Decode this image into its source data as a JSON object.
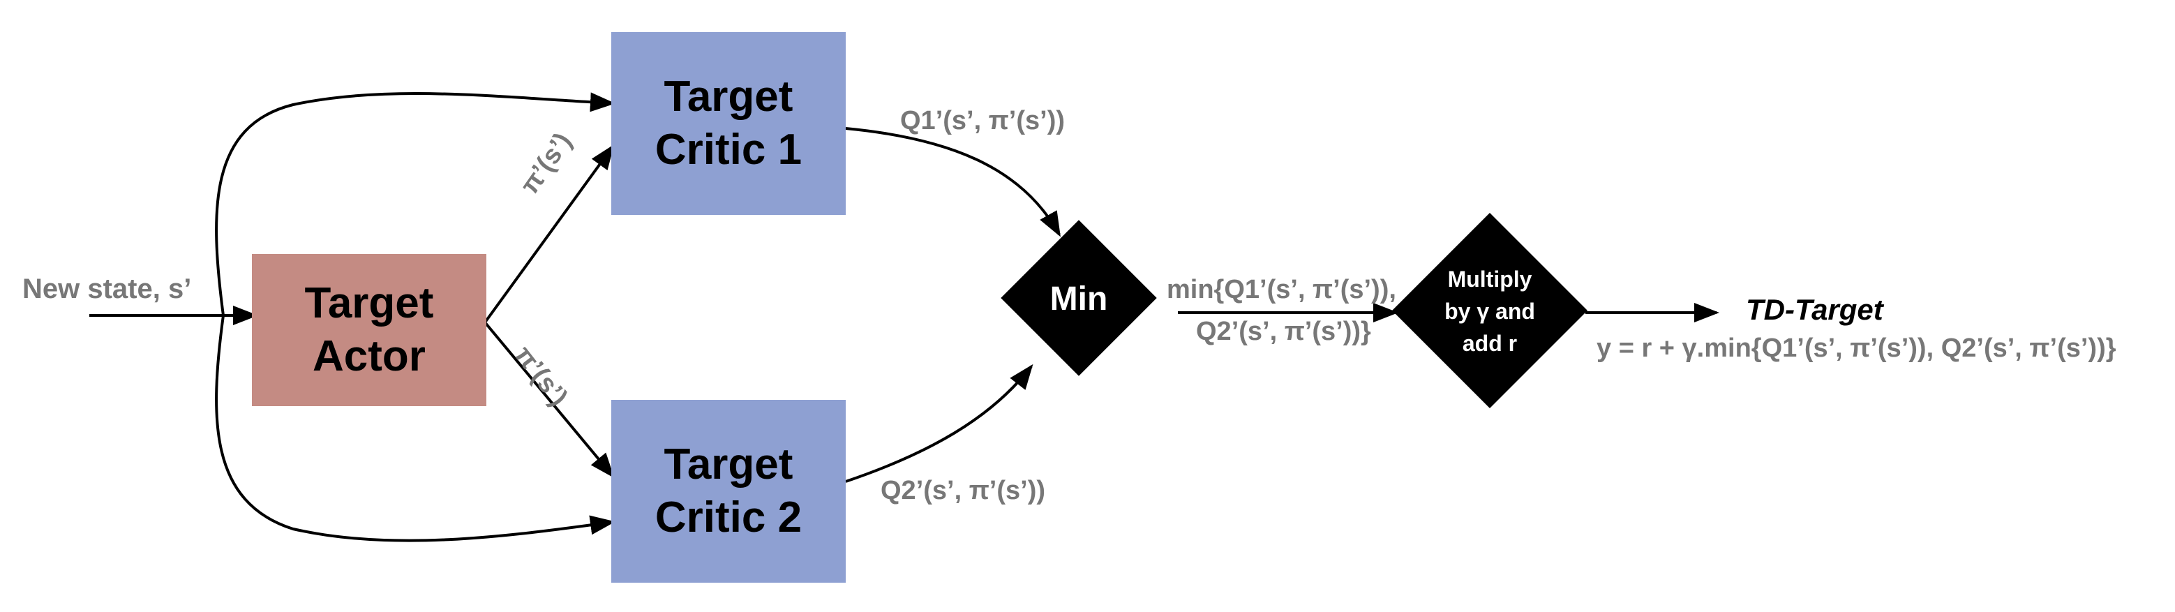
{
  "colors": {
    "actor": "#C48B83",
    "critic": "#8EA0D2",
    "operator": "#000000",
    "label": "#777777"
  },
  "input": {
    "label": "New state, s’"
  },
  "actor": {
    "line1": "Target",
    "line2": "Actor"
  },
  "critic1": {
    "line1": "Target",
    "line2": "Critic 1"
  },
  "critic2": {
    "line1": "Target",
    "line2": "Critic 2"
  },
  "edges": {
    "pi_upper": "π’(s’)",
    "pi_lower": "π’(s’)",
    "q1_out": "Q1’(s’, π’(s’))",
    "q2_out": "Q2’(s’, π’(s’))",
    "min_out_line1": "min{Q1’(s’, π’(s’)),",
    "min_out_line2": "Q2’(s’, π’(s’))}"
  },
  "min_node": {
    "label": "Min"
  },
  "multiply_node": {
    "line1": "Multiply",
    "line2": "by γ and",
    "line3": "add r"
  },
  "output": {
    "title": "TD-Target",
    "formula": "y = r + γ.min{Q1’(s’, π’(s’)), Q2’(s’, π’(s’))}"
  }
}
